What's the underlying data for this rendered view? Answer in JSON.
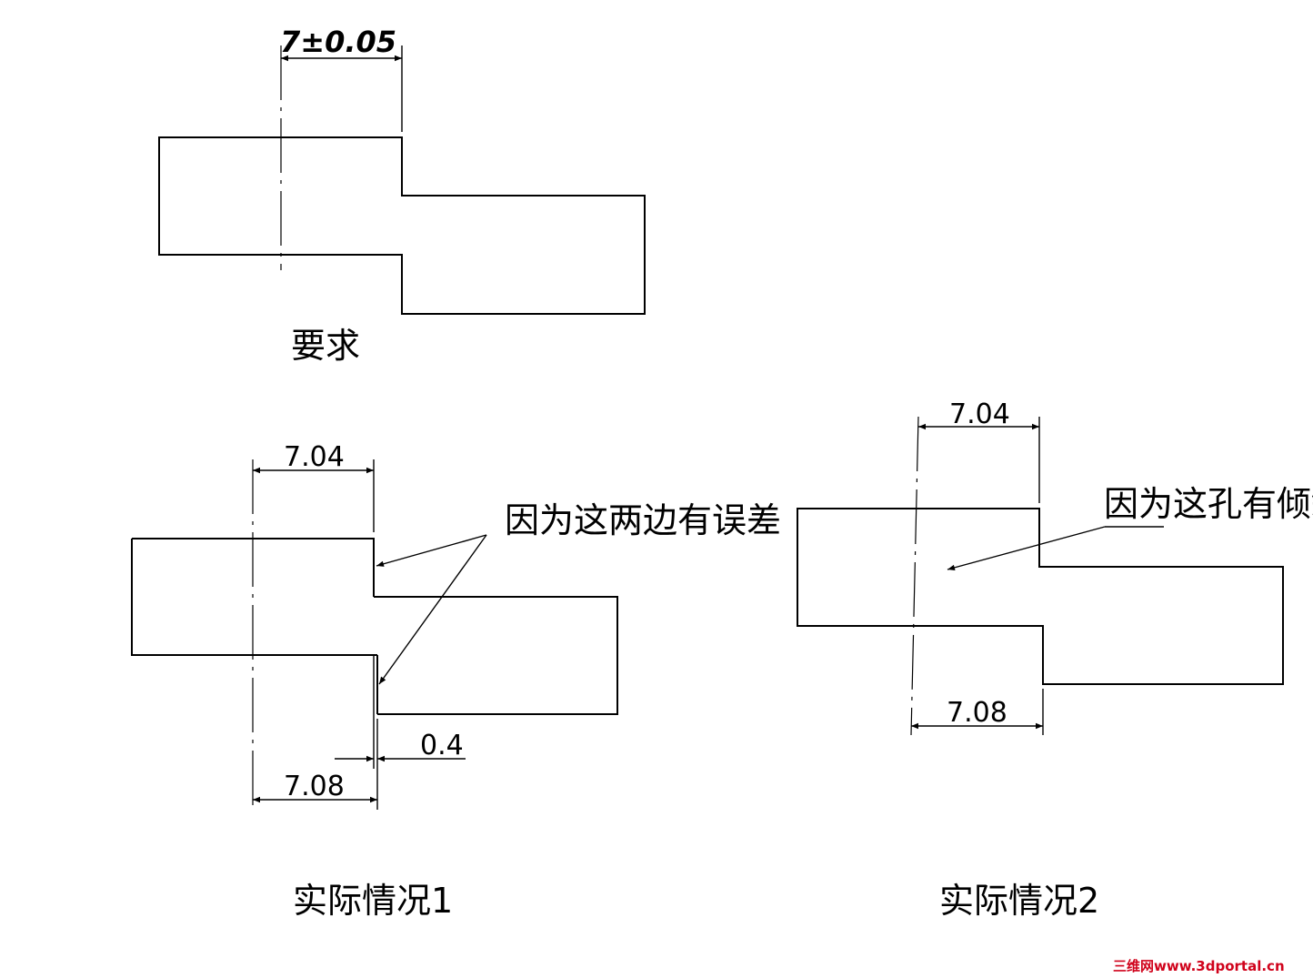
{
  "required": {
    "dimension": "7±0.05",
    "caption": "要求"
  },
  "case1": {
    "top_dimension": "7.04",
    "bottom_dimension": "7.08",
    "offset_dimension": "0.4",
    "note": "因为这两边有误差",
    "caption": "实际情况1"
  },
  "case2": {
    "top_dimension": "7.04",
    "bottom_dimension": "7.08",
    "note": "因为这孔有倾斜",
    "caption": "实际情况2"
  },
  "watermark": "三维网www.3dportal.cn"
}
